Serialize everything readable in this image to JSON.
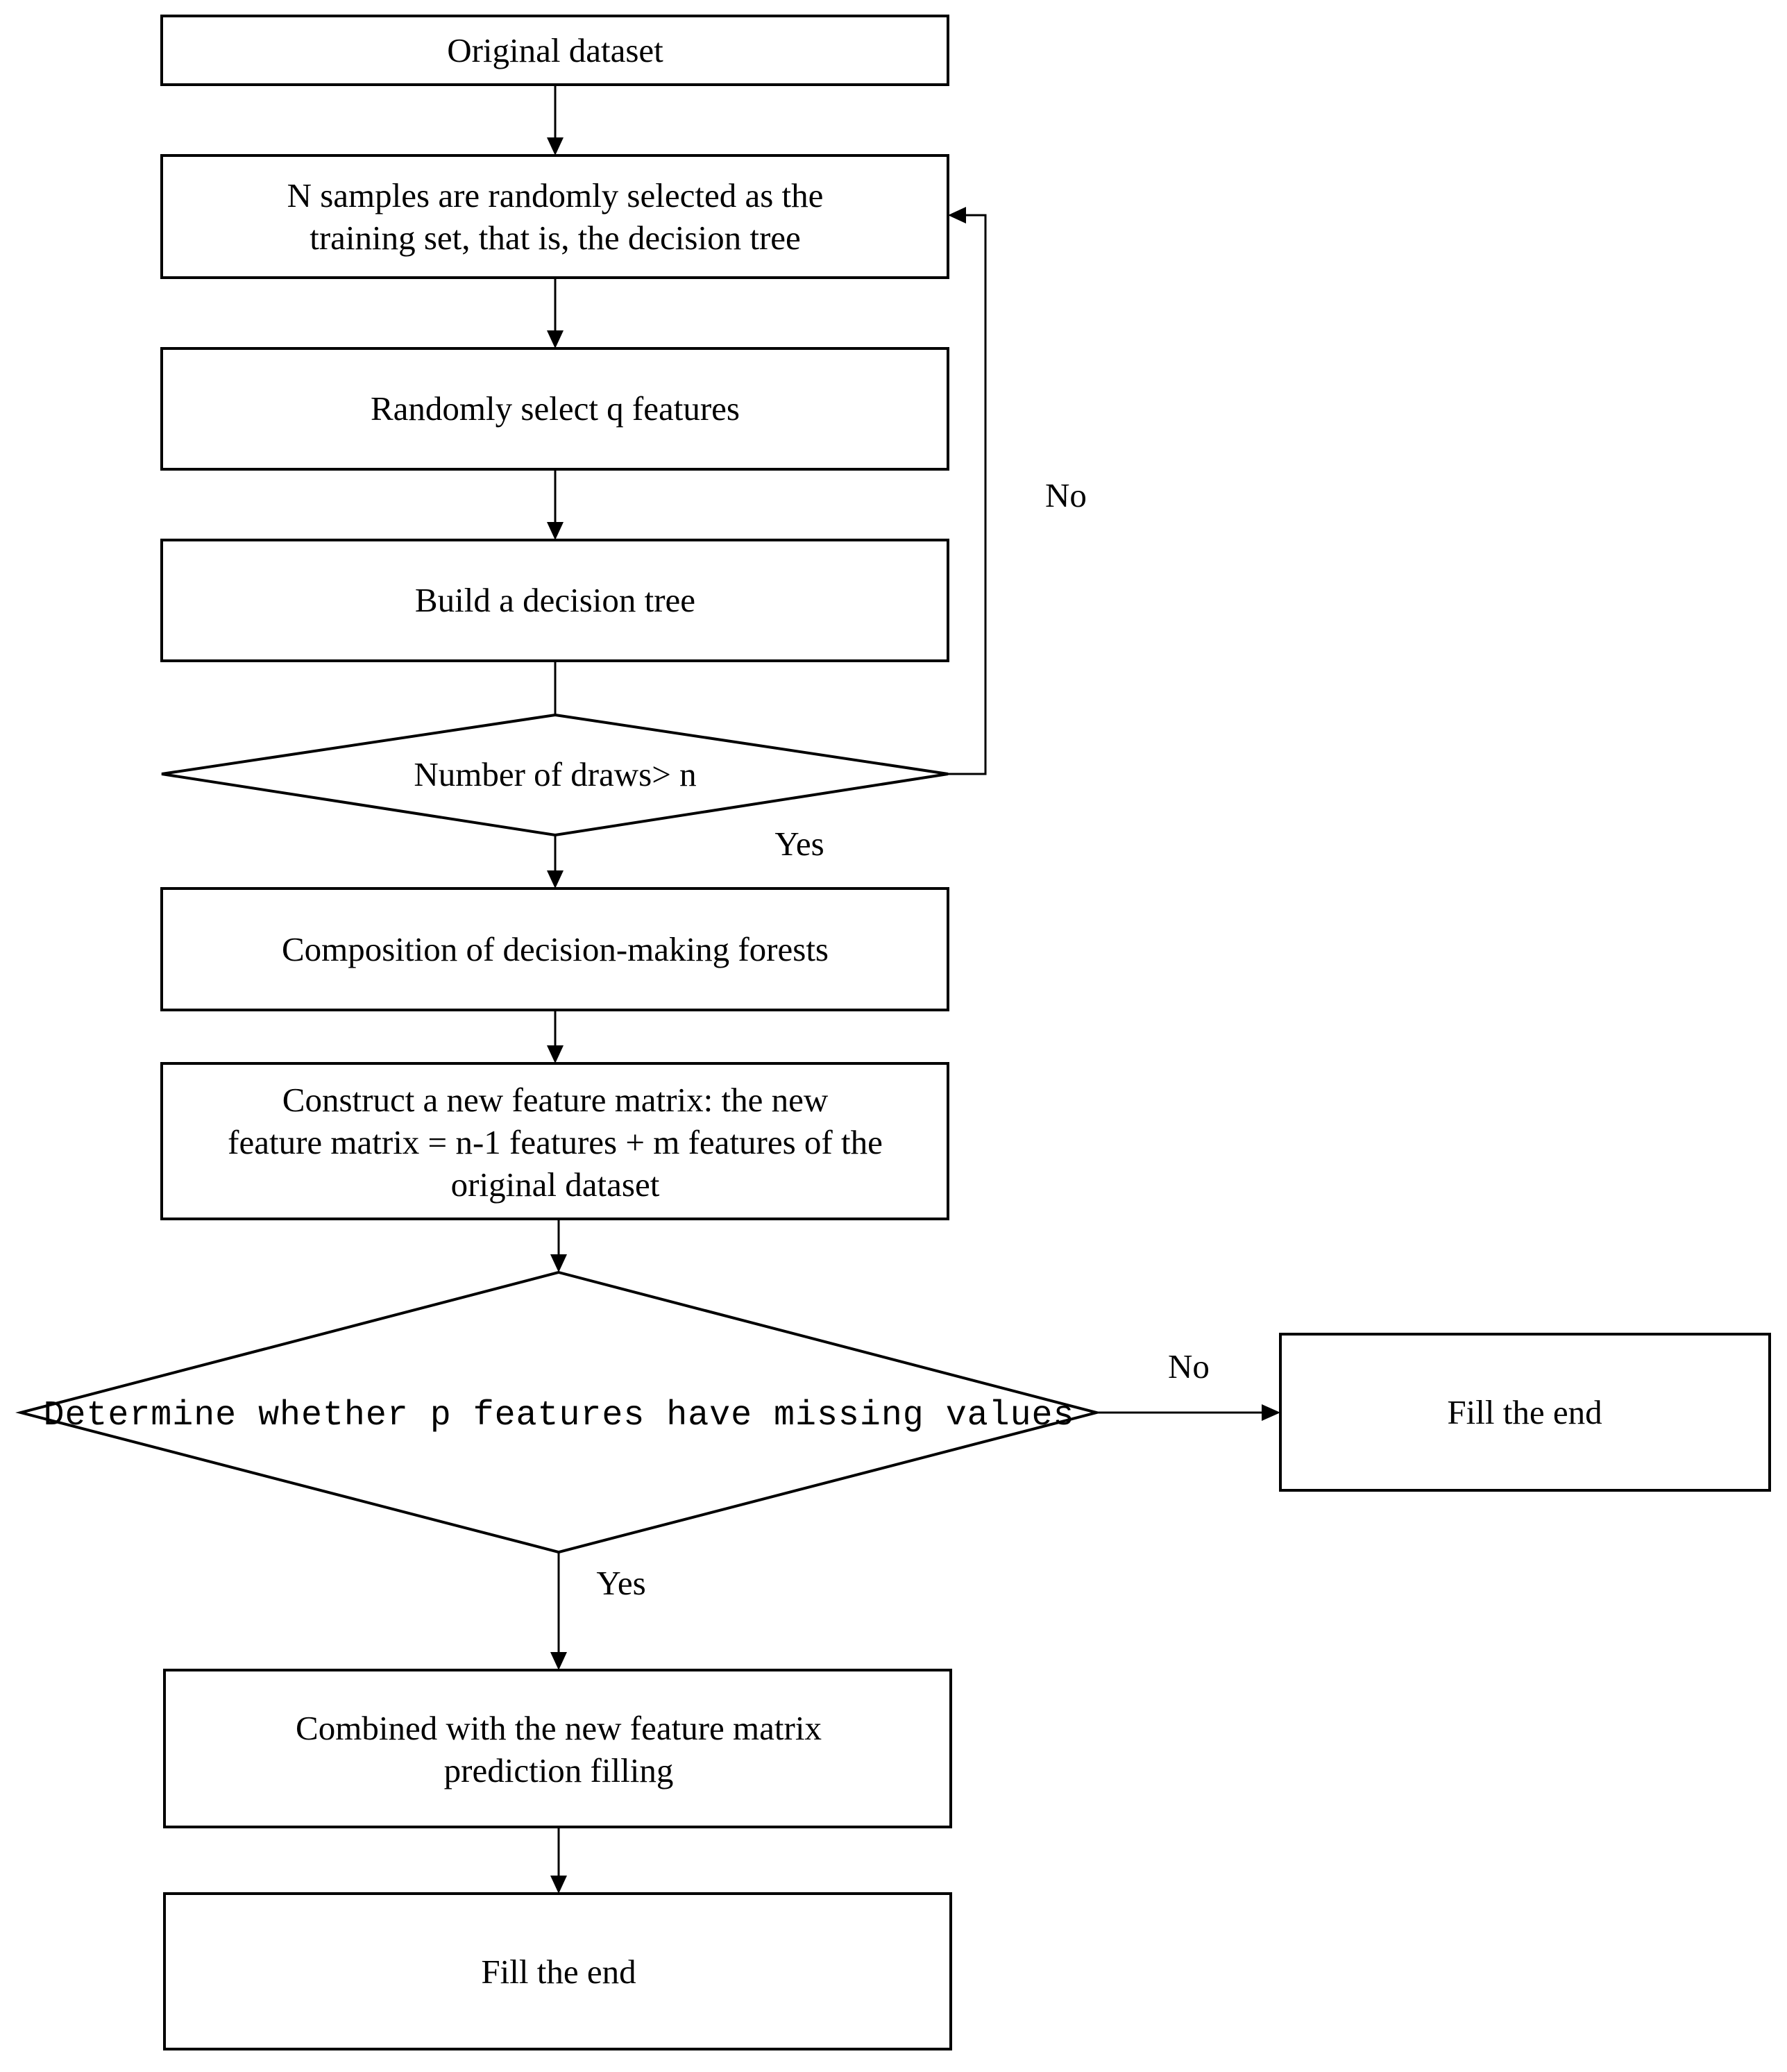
{
  "nodes": {
    "original": "Original dataset",
    "sample_1": "N samples are randomly selected as the",
    "sample_2": "training set, that is, the decision tree",
    "features": "Randomly select q features",
    "build": "Build a decision tree",
    "draws": "Number of draws> n",
    "compose": "Composition of decision-making forests",
    "construct_1": "Construct a new feature matrix: the new",
    "construct_2": "feature matrix = n-1 features + m features of the",
    "construct_3": "original dataset",
    "determine": "Determine whether p features have missing values",
    "fill_end_right": "Fill the end",
    "combine_1": "Combined with the new feature matrix",
    "combine_2": "prediction filling",
    "fill_end_bottom": "Fill the end"
  },
  "edges": {
    "loop_no": "No",
    "draws_yes": "Yes",
    "missing_no": "No",
    "missing_yes": "Yes"
  }
}
